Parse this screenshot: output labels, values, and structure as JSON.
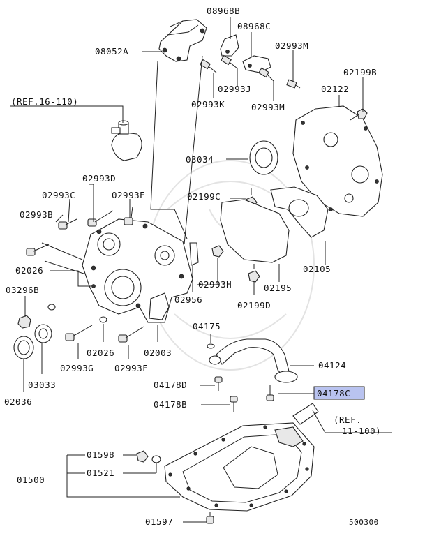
{
  "diagram": {
    "highlight_color": "#b9c3f0",
    "labels": {
      "p08968B": "08968B",
      "p08968C": "08968C",
      "p08052A": "08052A",
      "p02993M_a": "02993M",
      "p02993J": "02993J",
      "p02993K": "02993K",
      "p02993M_b": "02993M",
      "p02199B": "02199B",
      "p02122": "02122",
      "ref16": "(REF.16-110)",
      "p03034": "03034",
      "p02993D": "02993D",
      "p02993C": "02993C",
      "p02993E": "02993E",
      "p02199C": "02199C",
      "p02993B": "02993B",
      "p02026_a": "02026",
      "p03296B": "03296B",
      "p02993H": "02993H",
      "p02105": "02105",
      "p02195": "02195",
      "p02199D": "02199D",
      "p02956": "02956",
      "p04175": "04175",
      "p02026_b": "02026",
      "p02003": "02003",
      "p02993G": "02993G",
      "p02993F": "02993F",
      "p03033": "03033",
      "p02036": "02036",
      "p04124": "04124",
      "p04178D": "04178D",
      "p04178C": "04178C",
      "p04178B": "04178B",
      "ref11_a": "(REF.",
      "ref11_b": "11-100)",
      "p01598": "01598",
      "p01521": "01521",
      "p01500": "01500",
      "p01597": "01597",
      "code": "500300"
    }
  }
}
